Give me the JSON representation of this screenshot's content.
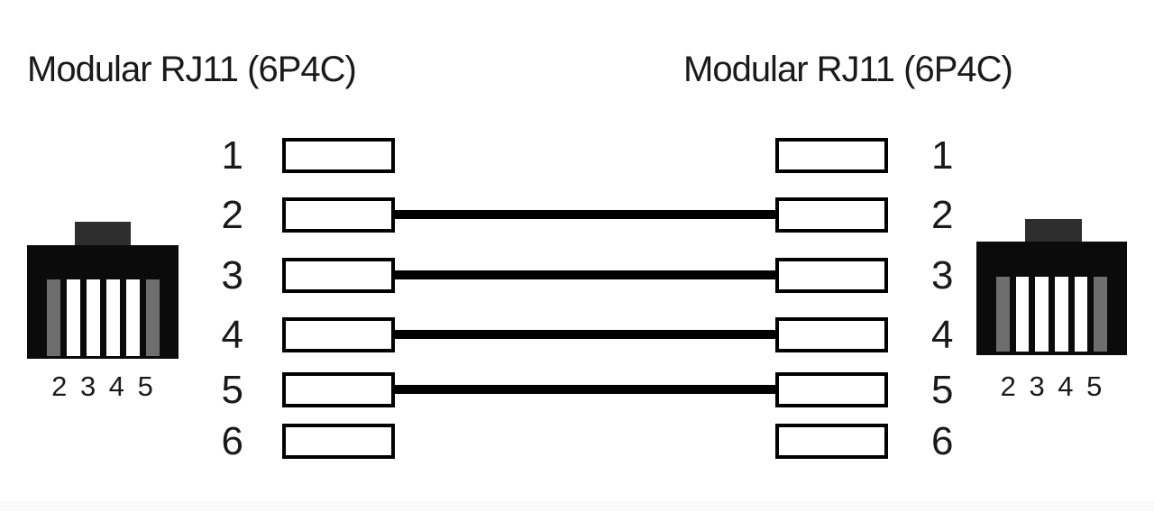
{
  "diagram": {
    "left": {
      "title": "Modular RJ11 (6P4C)",
      "pins_label": "2 3 4 5"
    },
    "right": {
      "title": "Modular RJ11 (6P4C)",
      "pins_label": "2 3 4 5"
    },
    "pins": [
      {
        "number": "1",
        "connected": false
      },
      {
        "number": "2",
        "connected": true
      },
      {
        "number": "3",
        "connected": true
      },
      {
        "number": "4",
        "connected": true
      },
      {
        "number": "5",
        "connected": true
      },
      {
        "number": "6",
        "connected": false
      }
    ],
    "slot_pattern": [
      "unused",
      "used",
      "used",
      "used",
      "used",
      "unused"
    ],
    "colors": {
      "wire": "#000000",
      "pin_box_border": "#000000",
      "plug_body": "#0b0b0b",
      "plug_tab": "#2e2e2e",
      "slot_used": "#ffffff",
      "slot_unused": "#6e6e6e",
      "footer_strip": "#fafafa"
    }
  }
}
